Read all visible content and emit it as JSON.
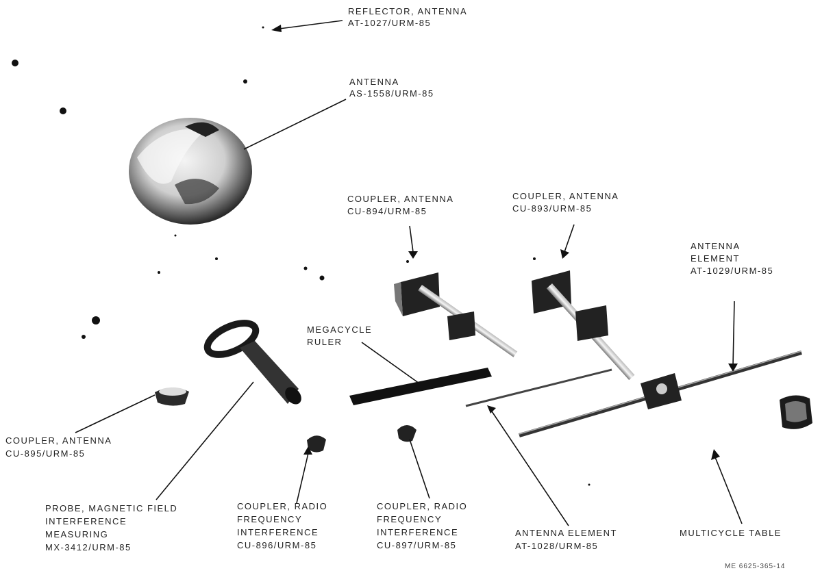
{
  "labels": {
    "reflector": [
      "REFLECTOR, ANTENNA",
      "AT-1027/URM-85"
    ],
    "antenna": [
      "ANTENNA",
      "AS-1558/URM-85"
    ],
    "coupler_894": [
      "COUPLER, ANTENNA",
      "CU-894/URM-85"
    ],
    "coupler_893": [
      "COUPLER, ANTENNA",
      "CU-893/URM-85"
    ],
    "antenna_element_1029": [
      "ANTENNA",
      "ELEMENT",
      "AT-1029/URM-85"
    ],
    "megacycle_ruler": [
      "MEGACYCLE",
      "RULER"
    ],
    "coupler_895": [
      "COUPLER, ANTENNA",
      "CU-895/URM-85"
    ],
    "probe": [
      "PROBE, MAGNETIC FIELD",
      "INTERFERENCE",
      "MEASURING",
      "MX-3412/URM-85"
    ],
    "coupler_896": [
      "COUPLER, RADIO",
      "FREQUENCY",
      "INTERFERENCE",
      "CU-896/URM-85"
    ],
    "coupler_897": [
      "COUPLER, RADIO",
      "FREQUENCY",
      "INTERFERENCE",
      "CU-897/URM-85"
    ],
    "antenna_element_1028": [
      "ANTENNA ELEMENT",
      "AT-1028/URM-85"
    ],
    "multicycle_label": "MULTICYCLE TABLE",
    "figure_id": "ME 6625-365-14"
  }
}
